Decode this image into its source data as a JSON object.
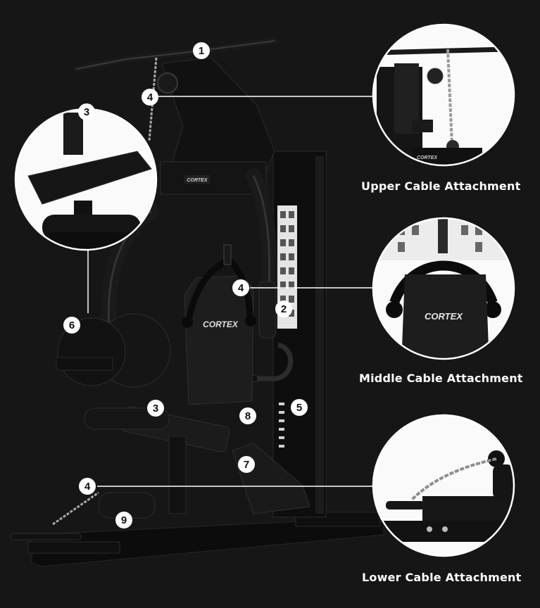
{
  "brand": "CORTEX",
  "callouts": {
    "c1": "1",
    "c2": "2",
    "c3": "3",
    "c4": "4",
    "c5": "5",
    "c6": "6",
    "c7": "7",
    "c8": "8",
    "c9": "9"
  },
  "captions": {
    "upper": "Upper Cable Attachment",
    "middle": "Middle Cable Attachment",
    "lower": "Lower Cable Attachment"
  },
  "colors": {
    "background": "#161616",
    "frame": "#0d0d0d",
    "accent_line": "#ffffff",
    "badge_fill": "#ffffff",
    "badge_text": "#111111"
  }
}
